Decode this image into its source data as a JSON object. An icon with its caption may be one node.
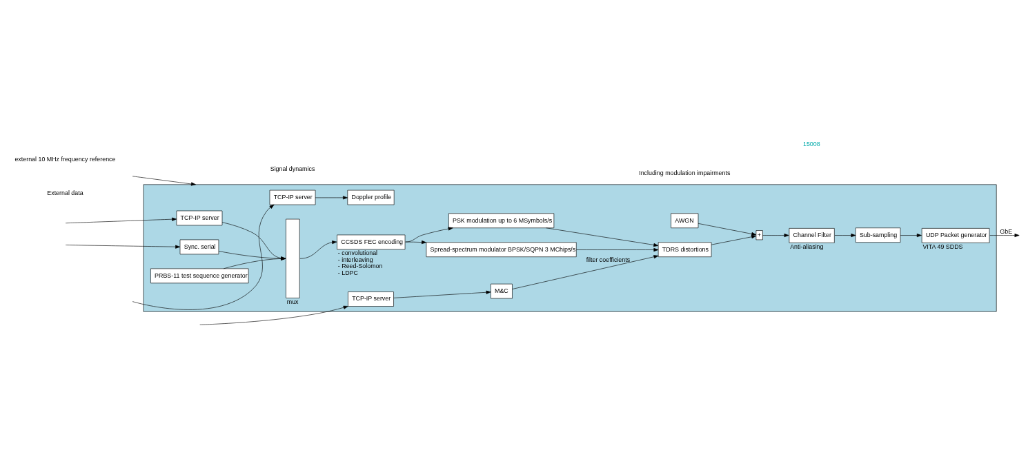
{
  "diagram": {
    "nodes": [
      {
        "text": [],
        "shape": "box"
      },
      {
        "text": [
          "PRBS-11 test sequence generator"
        ],
        "in": 0
      },
      {
        "text": [
          "TCP-IP server"
        ],
        "in": 0
      },
      {
        "text": [
          "Sync. serial"
        ],
        "in": 0
      },
      {
        "text": [],
        "shape": "bar",
        "beside": [
          "mux"
        ],
        "in": 0
      },
      {
        "text": [
          "CCSDS FEC encoding"
        ],
        "beside": [
          "- convolutional",
          "- interleaving",
          "- Reed-Solomon",
          "- LDPC"
        ],
        "in": 0
      },
      {
        "text": [
          "Spread-spectrum modulator BPSK/SQPN 3 MChips/s"
        ],
        "in": 0
      },
      {
        "text": [
          "PSK modulation up to 6 MSymbols/s"
        ],
        "in": 0
      },
      {
        "text": [
          "TDRS distortions"
        ],
        "in": 0
      },
      {
        "text": [
          "AWGN"
        ],
        "in": 0
      },
      {
        "text": [
          "+"
        ],
        "in": 0
      },
      {
        "text": [
          "Channel Filter"
        ],
        "beside": [
          "Anti-aliasing"
        ],
        "in": 0
      },
      {
        "text": [
          "Sub-sampling"
        ],
        "in": 0
      },
      {
        "text": [
          "UDP Packet generator"
        ],
        "beside": [
          "VITA 49 SDDS"
        ],
        "in": 0
      },
      {
        "text": [
          "Doppler profile"
        ],
        "in": 0
      },
      {
        "text": [
          "TCP-IP server"
        ],
        "in": 0
      },
      {
        "text": [
          "M&C"
        ],
        "in": 0
      },
      {
        "text": [
          "TCP-IP server"
        ],
        "in": 0
      }
    ],
    "edges": [
      {
        "from": null,
        "to": 2,
        "arrow": "to"
      },
      {
        "from": null,
        "to": 3,
        "arrow": "to"
      },
      {
        "from": 1,
        "to": 4,
        "arrow": "to"
      },
      {
        "from": 2,
        "to": 4,
        "arrow": "to"
      },
      {
        "from": 3,
        "to": 4,
        "arrow": "to"
      },
      {
        "from": 4,
        "to": 5,
        "arrow": "to"
      },
      {
        "from": 5,
        "to": 6,
        "arrow": "to"
      },
      {
        "from": 5,
        "to": 7,
        "arrow": "to"
      },
      {
        "from": 6,
        "to": 8,
        "arrow": "to"
      },
      {
        "from": 7,
        "to": 8,
        "arrow": "to"
      },
      {
        "from": 8,
        "to": 10,
        "arrow": "to"
      },
      {
        "from": 9,
        "to": 10,
        "arrow": "to"
      },
      {
        "from": 10,
        "to": 11,
        "arrow": "to"
      },
      {
        "from": 11,
        "to": 12,
        "arrow": "to"
      },
      {
        "from": 12,
        "to": 13,
        "arrow": "to"
      },
      {
        "from": 13,
        "to": null,
        "arrow": "to",
        "label": "GbE"
      },
      {
        "from": 16,
        "to": 8,
        "arrow": "to",
        "label": "filter coefficients"
      },
      {
        "from": 15,
        "to": 14,
        "arrow": "to"
      },
      {
        "from": 17,
        "to": 16,
        "arrow": "to"
      },
      {
        "from": null,
        "to": 15,
        "arrow": "to"
      },
      {
        "from": null,
        "to": 17,
        "arrow": "to"
      },
      {
        "from": null,
        "to": 0,
        "arrow": "to"
      }
    ],
    "labels": [
      "External data",
      "Including modulation impairments",
      "Signal dynamics",
      "external 10 MHz frequency reference",
      "15008"
    ]
  }
}
